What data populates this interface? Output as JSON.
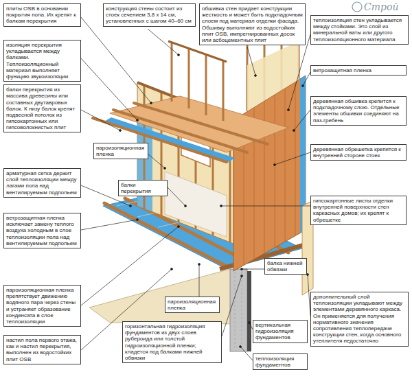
{
  "diagram": {
    "nodes": [
      {
        "text": [
          "плиты OSB в основании покрытия пола. Их крепят к балкам перекрытия"
        ]
      },
      {
        "text": [
          "конструкция стены состоит из стоек сечением 3,8 х 14 см, установленных с шагом 40–60 см"
        ]
      },
      {
        "text": [
          "обшивка стен придает конструкции жесткость и может быть подкладочным слоем под материал отделки фасада. Обшивку выполняют из водостойких плит OSB, импрегнированных досок или асбоцементных плит"
        ]
      },
      {
        "text": [
          "теплоизоляция стен укладывается между стойками. Это слой из минеральной ваты или другого теплоизоляционного материала"
        ]
      },
      {
        "text": [
          "изоляция перекрытия укладывается между балками. Теплоизоляционный материал выполняет функцию звукоизоляции"
        ]
      },
      {
        "text": [
          "балки перекрытия из массива древесины или составных двутавровых балок. К низу балок крепят подвесной потолок из гипсокартонных или гипсоволокнистых плит"
        ]
      },
      {
        "text": [
          "арматурная сетка держит слой теплоизоляции между лагами пола над вентилируемым подпольем"
        ]
      },
      {
        "text": [
          "ветрозащитная пленка исключает замену теплого воздуха холодным в слое теплоизоляции пола над вентилируемым подпольем"
        ]
      },
      {
        "text": [
          "пароизоляционная пленка препятствует движению водяного пара через стены и устраняет образование конденсата в слое теплоизоляции"
        ]
      },
      {
        "text": [
          "настил пола первого этажа, как и настил перекрытия, выполнен из водостойких плит OSB"
        ]
      },
      {
        "text": [
          "пароизоляционная пленка"
        ]
      },
      {
        "text": [
          "балки перекрытия"
        ]
      },
      {
        "text": [
          "пароизоляционная пленка"
        ]
      },
      {
        "text": [
          "горизонтальная гидроизоляция фундаментов из двух слоев рубероида или толстой гидроизоляционной пленки; кладется под балками нижней обвязки"
        ]
      },
      {
        "text": [
          "вертикальная гидроизоляция фундаментов"
        ]
      },
      {
        "text": [
          "теплоизоляция фундаментов"
        ]
      },
      {
        "text": [
          "балка нижней обвязки"
        ]
      },
      {
        "text": [
          "ветрозащитная пленка"
        ]
      },
      {
        "text": [
          "деревянная обшивка крепится к подкладочному слою. Отдельные элементы обшивки соединяют на паз-гребень"
        ]
      },
      {
        "text": [
          "деревянная обрешетка крепится к внутренней стороне стоек"
        ]
      },
      {
        "text": [
          "гипсокартонные листы отделки внутренней поверхности стен каркасных домов; их крепят к обрешетке"
        ]
      },
      {
        "text": [
          "дополнительный слой теплоизоляции укладывают между элементами деревянного каркаса. Он применяется для получения нормативного значения сопротивления теплопередаче конструкции стен, когда основного утеплителя недостаточно"
        ]
      }
    ],
    "labels": [
      "Строй"
    ]
  }
}
